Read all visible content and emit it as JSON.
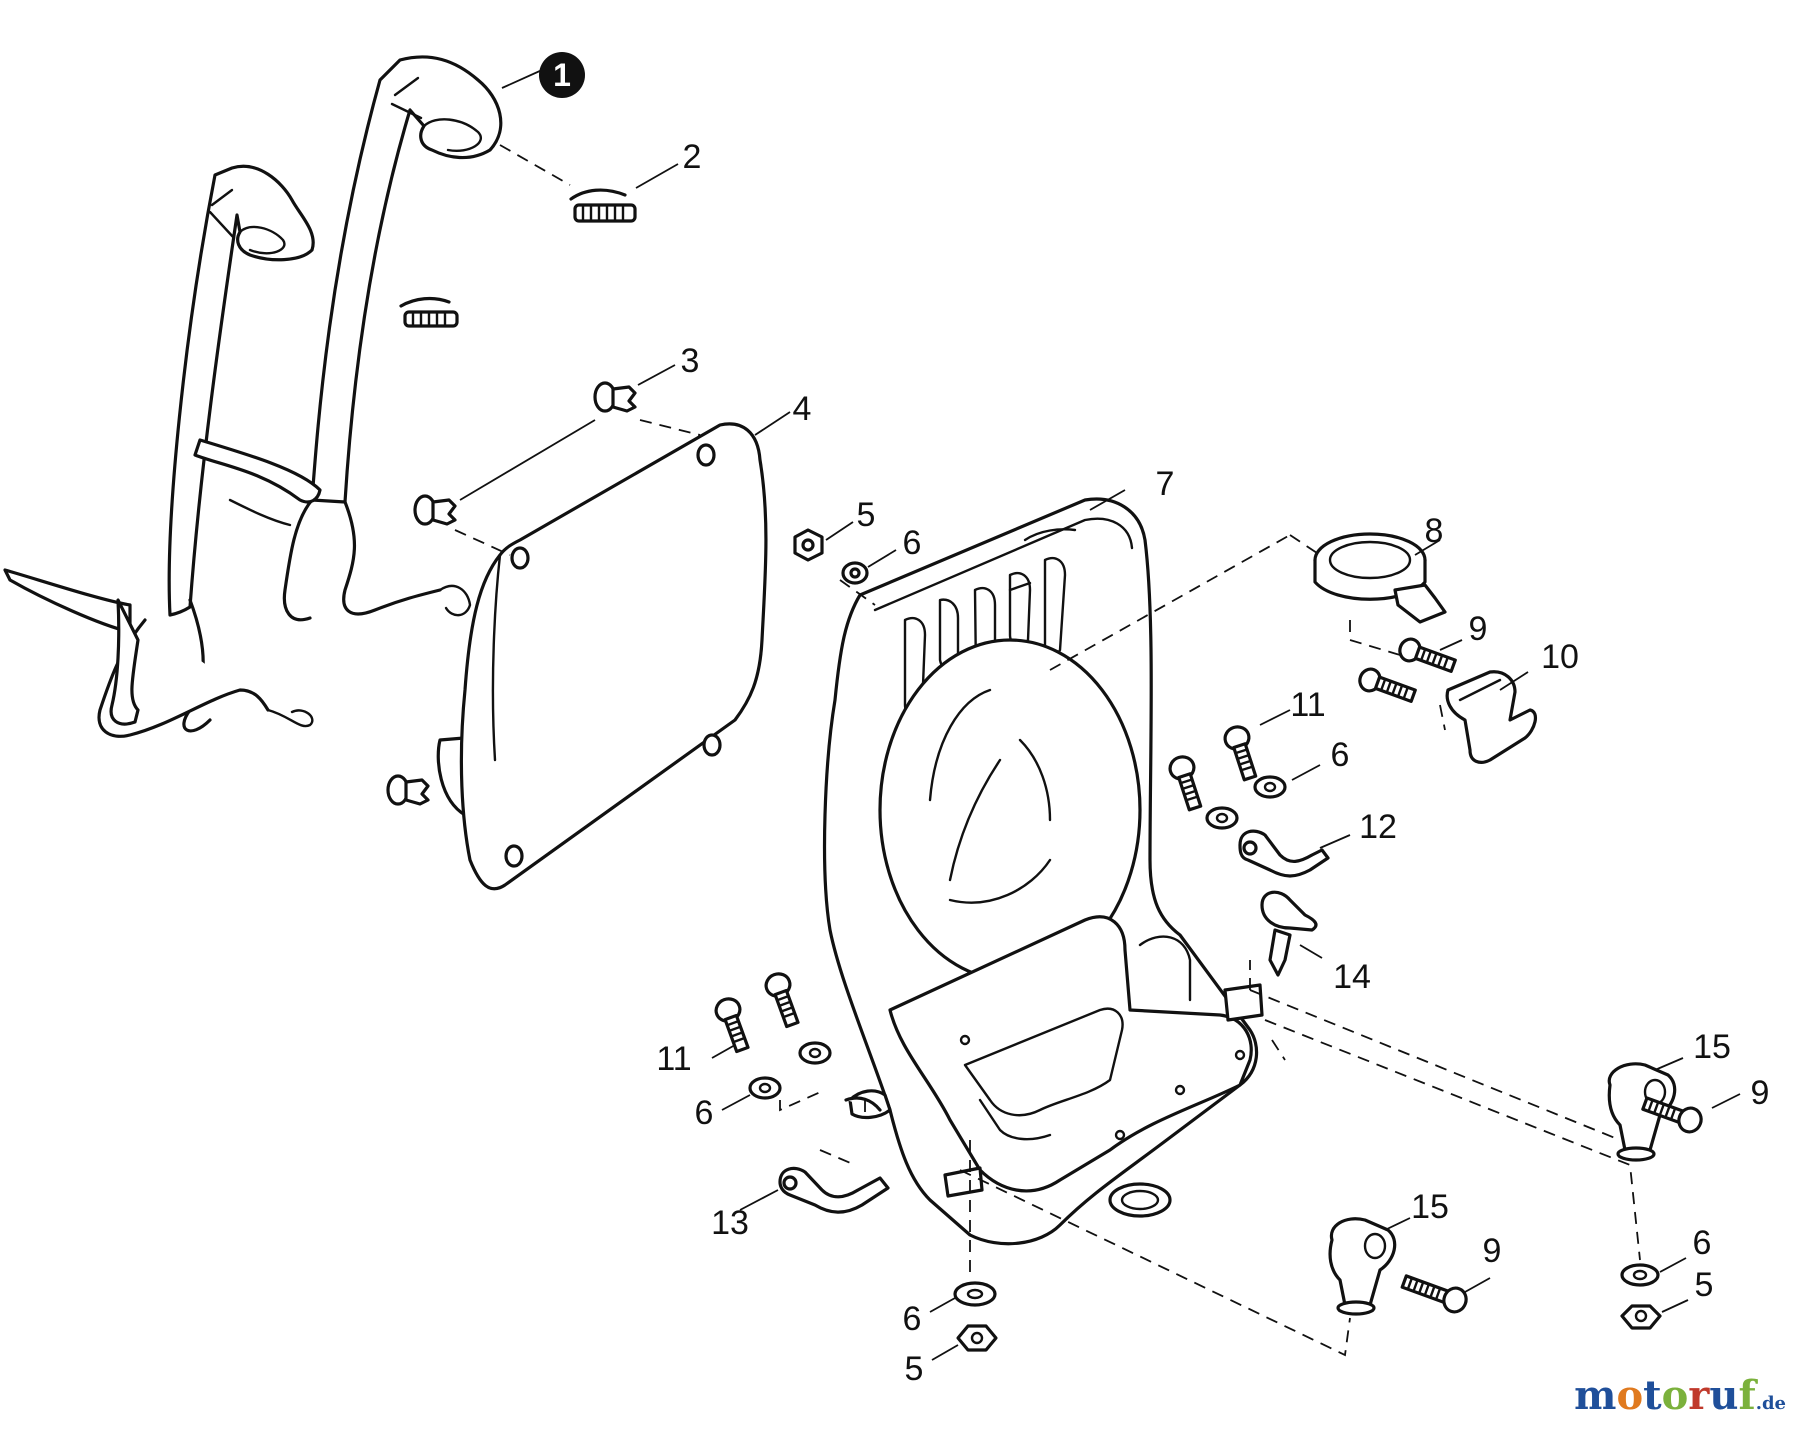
{
  "diagram": {
    "callout_1": "1",
    "callouts": {
      "c2": "2",
      "c3": "3",
      "c4": "4",
      "c5a": "5",
      "c6a": "6",
      "c7": "7",
      "c8": "8",
      "c9a": "9",
      "c10": "10",
      "c11a": "11",
      "c6b": "6",
      "c12": "12",
      "c14": "14",
      "c11b": "11",
      "c6c": "6",
      "c13": "13",
      "c15a": "15",
      "c9b": "9",
      "c15b": "15",
      "c9c": "9",
      "c6d": "6",
      "c5b": "5",
      "c6e": "6",
      "c5c": "5"
    }
  },
  "watermark": {
    "parts": [
      "m",
      "o",
      "t",
      "o",
      "r",
      "u",
      "f"
    ],
    "tld": ".de",
    "colors": [
      "#1f4f9a",
      "#e07a1f",
      "#1f4f9a",
      "#7bb13c",
      "#c0392b",
      "#1f4f9a",
      "#7bb13c"
    ]
  }
}
